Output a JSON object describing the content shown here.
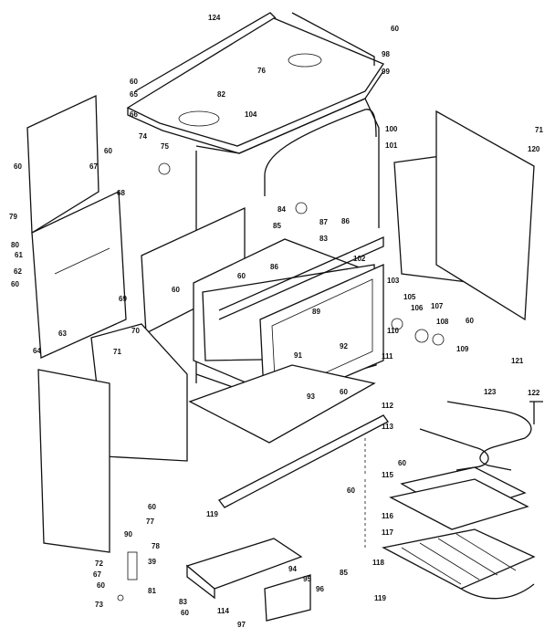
{
  "diagram": {
    "labels": [
      {
        "id": "l124",
        "text": "124"
      },
      {
        "id": "l60a",
        "text": "60"
      },
      {
        "id": "l98",
        "text": "98"
      },
      {
        "id": "l99",
        "text": "99"
      },
      {
        "id": "l60b",
        "text": "60"
      },
      {
        "id": "l76",
        "text": "76"
      },
      {
        "id": "l65",
        "text": "65"
      },
      {
        "id": "l82",
        "text": "82"
      },
      {
        "id": "l104",
        "text": "104"
      },
      {
        "id": "l66",
        "text": "66"
      },
      {
        "id": "l100",
        "text": "100"
      },
      {
        "id": "l71a",
        "text": "71"
      },
      {
        "id": "l101",
        "text": "101"
      },
      {
        "id": "l120",
        "text": "120"
      },
      {
        "id": "l74",
        "text": "74"
      },
      {
        "id": "l60c",
        "text": "60"
      },
      {
        "id": "l75",
        "text": "75"
      },
      {
        "id": "l60d",
        "text": "60"
      },
      {
        "id": "l67a",
        "text": "67"
      },
      {
        "id": "l68",
        "text": "68"
      },
      {
        "id": "l84",
        "text": "84"
      },
      {
        "id": "l87",
        "text": "87"
      },
      {
        "id": "l86a",
        "text": "86"
      },
      {
        "id": "l85a",
        "text": "85"
      },
      {
        "id": "l79",
        "text": "79"
      },
      {
        "id": "l80",
        "text": "80"
      },
      {
        "id": "l61",
        "text": "61"
      },
      {
        "id": "l83",
        "text": "83"
      },
      {
        "id": "l102",
        "text": "102"
      },
      {
        "id": "l62",
        "text": "62"
      },
      {
        "id": "l86b",
        "text": "86"
      },
      {
        "id": "l60e",
        "text": "60"
      },
      {
        "id": "l103",
        "text": "103"
      },
      {
        "id": "l60f",
        "text": "60"
      },
      {
        "id": "l60g",
        "text": "60"
      },
      {
        "id": "l69",
        "text": "69"
      },
      {
        "id": "l105",
        "text": "105"
      },
      {
        "id": "l106",
        "text": "106"
      },
      {
        "id": "l107",
        "text": "107"
      },
      {
        "id": "l108",
        "text": "108"
      },
      {
        "id": "l89",
        "text": "89"
      },
      {
        "id": "l60h",
        "text": "60"
      },
      {
        "id": "l63",
        "text": "63"
      },
      {
        "id": "l70",
        "text": "70"
      },
      {
        "id": "l110",
        "text": "110"
      },
      {
        "id": "l92",
        "text": "92"
      },
      {
        "id": "l109",
        "text": "109"
      },
      {
        "id": "l64",
        "text": "64"
      },
      {
        "id": "l71b",
        "text": "71"
      },
      {
        "id": "l91",
        "text": "91"
      },
      {
        "id": "l111",
        "text": "111"
      },
      {
        "id": "l121",
        "text": "121"
      },
      {
        "id": "l93",
        "text": "93"
      },
      {
        "id": "l60i",
        "text": "60"
      },
      {
        "id": "l112",
        "text": "112"
      },
      {
        "id": "l123",
        "text": "123"
      },
      {
        "id": "l122",
        "text": "122"
      },
      {
        "id": "l113",
        "text": "113"
      },
      {
        "id": "l60j",
        "text": "60"
      },
      {
        "id": "l115",
        "text": "115"
      },
      {
        "id": "l60k",
        "text": "60"
      },
      {
        "id": "l119a",
        "text": "119"
      },
      {
        "id": "l60l",
        "text": "60"
      },
      {
        "id": "l77",
        "text": "77"
      },
      {
        "id": "l116",
        "text": "116"
      },
      {
        "id": "l117",
        "text": "117"
      },
      {
        "id": "l90",
        "text": "90"
      },
      {
        "id": "l78",
        "text": "78"
      },
      {
        "id": "l72",
        "text": "72"
      },
      {
        "id": "l39",
        "text": "39"
      },
      {
        "id": "l67b",
        "text": "67"
      },
      {
        "id": "l94",
        "text": "94"
      },
      {
        "id": "l85b",
        "text": "85"
      },
      {
        "id": "l118",
        "text": "118"
      },
      {
        "id": "l60m",
        "text": "60"
      },
      {
        "id": "l95",
        "text": "95"
      },
      {
        "id": "l119b",
        "text": "119"
      },
      {
        "id": "l73",
        "text": "73"
      },
      {
        "id": "l81",
        "text": "81"
      },
      {
        "id": "l96",
        "text": "96"
      },
      {
        "id": "l83b",
        "text": "83"
      },
      {
        "id": "l114",
        "text": "114"
      },
      {
        "id": "l60n",
        "text": "60"
      },
      {
        "id": "l97",
        "text": "97"
      }
    ]
  }
}
